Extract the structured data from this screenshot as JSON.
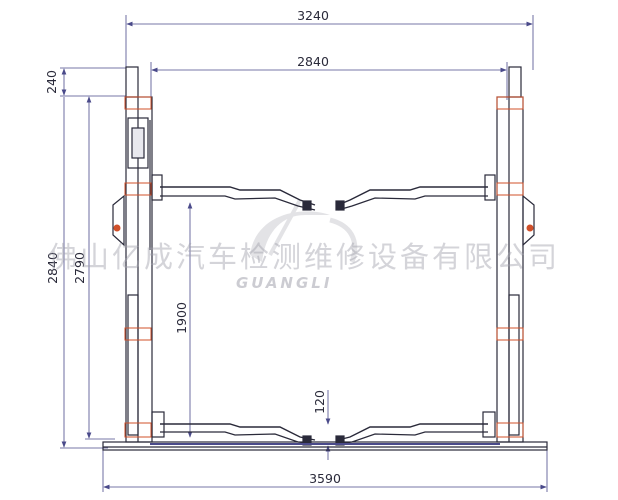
{
  "drawing": {
    "subject": "Two-post car lift front elevation",
    "colors": {
      "line": "#2a2a3a",
      "dimension": "#4a4a8a",
      "accent": "#d0502a",
      "watermark": "#a0a0aa"
    },
    "dimensions": {
      "overall_width_top": "3240",
      "inner_width_top": "2840",
      "top_offset": "240",
      "overall_height": "2840",
      "column_height": "2790",
      "lift_height": "1900",
      "min_height": "120",
      "base_width": "3590"
    },
    "watermark": {
      "company": "佛山亿成汽车检测维修设备有限公司",
      "brand": "GUANGLI"
    }
  }
}
